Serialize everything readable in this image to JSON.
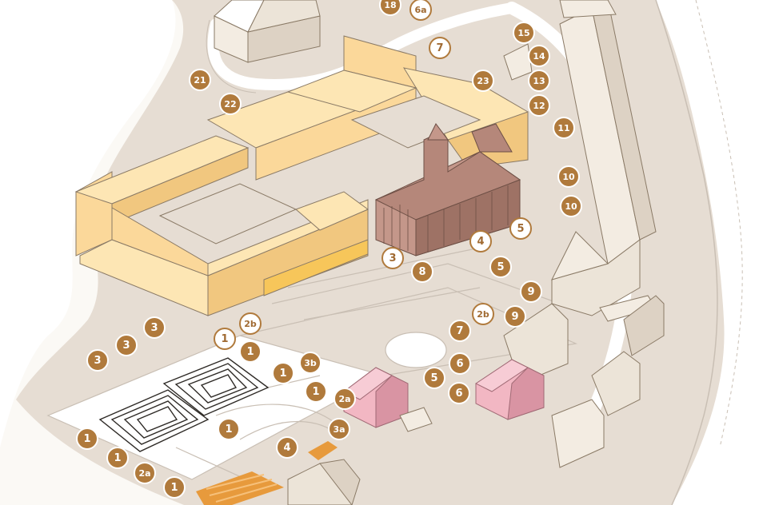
{
  "map": {
    "colors": {
      "paper": "#fbf9f5",
      "ground": "#e6ddd3",
      "path": "#ffffff",
      "path_edge": "#c9bfb4",
      "building_light": "#fde6b4",
      "building_mid": "#fbd89a",
      "building_dark": "#f1c77f",
      "building_edge": "#8a7a66",
      "church": "#c4978a",
      "church_dark": "#9e7265",
      "pink": "#f2b7c3",
      "pink_dark": "#d994a3",
      "beige": "#f3ece2",
      "beige_dark": "#ddd2c4",
      "garden_line": "#2e2a26",
      "orchard": "#e79a3c",
      "marker_fill": "#b07a3c",
      "marker_outline_fill": "#ffffff",
      "marker_text_filled": "#ffffff",
      "marker_text_outline": "#a06a32"
    },
    "markers": [
      {
        "label": "18",
        "style": "filled"
      },
      {
        "label": "6a",
        "style": "outline"
      },
      {
        "label": "15",
        "style": "filled"
      },
      {
        "label": "14",
        "style": "filled"
      },
      {
        "label": "13",
        "style": "filled"
      },
      {
        "label": "12",
        "style": "filled"
      },
      {
        "label": "11",
        "style": "filled"
      },
      {
        "label": "10",
        "style": "filled"
      },
      {
        "label": "10",
        "style": "filled"
      },
      {
        "label": "7",
        "style": "outline"
      },
      {
        "label": "23",
        "style": "filled"
      },
      {
        "label": "21",
        "style": "filled"
      },
      {
        "label": "22",
        "style": "filled"
      },
      {
        "label": "5",
        "style": "outline"
      },
      {
        "label": "4",
        "style": "outline"
      },
      {
        "label": "5",
        "style": "filled"
      },
      {
        "label": "3",
        "style": "outline"
      },
      {
        "label": "8",
        "style": "filled"
      },
      {
        "label": "9",
        "style": "filled"
      },
      {
        "label": "9",
        "style": "filled"
      },
      {
        "label": "2b",
        "style": "outline"
      },
      {
        "label": "7",
        "style": "filled"
      },
      {
        "label": "6",
        "style": "filled"
      },
      {
        "label": "5",
        "style": "filled"
      },
      {
        "label": "6",
        "style": "filled"
      },
      {
        "label": "2b",
        "style": "outline"
      },
      {
        "label": "1",
        "style": "outline"
      },
      {
        "label": "1",
        "style": "filled"
      },
      {
        "label": "3",
        "style": "filled"
      },
      {
        "label": "3",
        "style": "filled"
      },
      {
        "label": "3",
        "style": "filled"
      },
      {
        "label": "3b",
        "style": "filled"
      },
      {
        "label": "1",
        "style": "filled"
      },
      {
        "label": "1",
        "style": "filled"
      },
      {
        "label": "2a",
        "style": "filled"
      },
      {
        "label": "3a",
        "style": "filled"
      },
      {
        "label": "1",
        "style": "filled"
      },
      {
        "label": "4",
        "style": "filled"
      },
      {
        "label": "1",
        "style": "filled"
      },
      {
        "label": "1",
        "style": "filled"
      },
      {
        "label": "2a",
        "style": "filled"
      },
      {
        "label": "1",
        "style": "filled"
      }
    ]
  }
}
